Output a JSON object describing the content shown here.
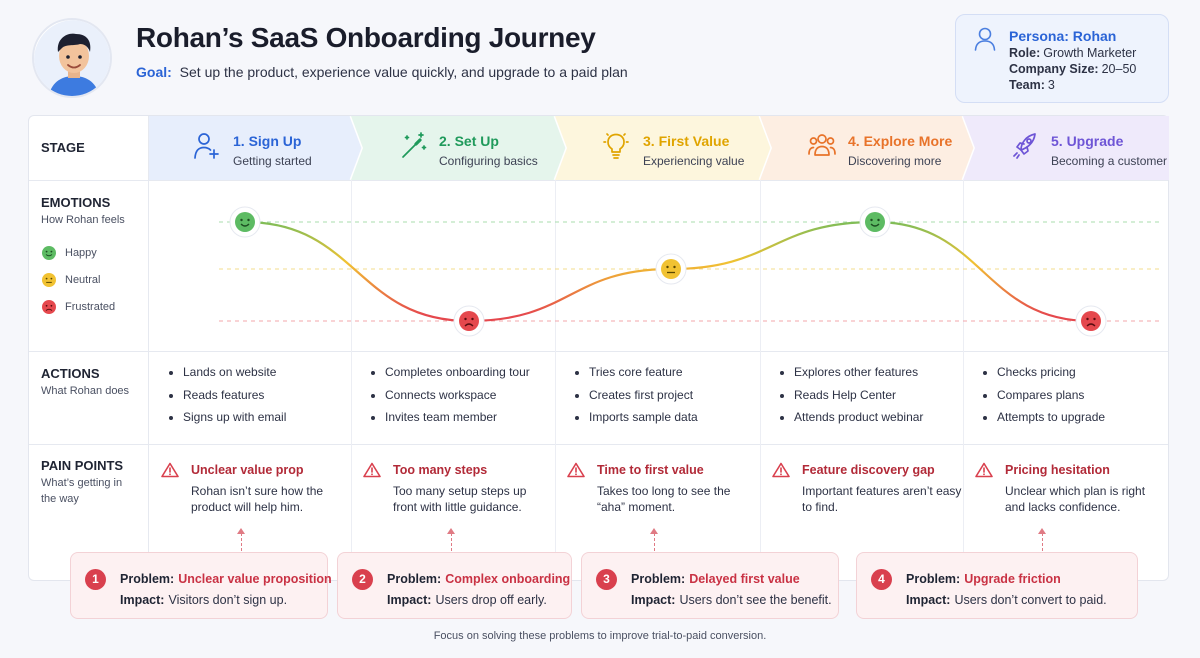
{
  "header": {
    "title": "Rohan’s SaaS Onboarding Journey",
    "goal_label": "Goal:",
    "goal_text": "Set up the product, experience value quickly, and upgrade to a paid plan"
  },
  "persona": {
    "title": "Persona: Rohan",
    "role_label": "Role:",
    "role": "Growth Marketer",
    "company_label": "Company Size:",
    "company": "20–50",
    "team_label": "Team:",
    "team": "3",
    "icon": "user-icon"
  },
  "rows": {
    "stage": {
      "label": "STAGE"
    },
    "emotions": {
      "label": "EMOTIONS",
      "sub": "How Rohan feels"
    },
    "actions": {
      "label": "ACTIONS",
      "sub": "What Rohan does"
    },
    "pain_points": {
      "label": "PAIN POINTS",
      "sub": "What’s getting in the way"
    }
  },
  "legend": {
    "happy": "Happy",
    "neutral": "Neutral",
    "frustrated": "Frustrated"
  },
  "colors": {
    "happy": "#5dbb63",
    "neutral": "#f1c232",
    "frustrated": "#e5484d",
    "accent": "#2b64d6",
    "danger": "#d9404e"
  },
  "stages": [
    {
      "name": "1. Sign Up",
      "sub": "Getting started",
      "color": "#2b64d6",
      "fill": "#e7eefc",
      "icon": "user-plus-icon",
      "emotion": "happy",
      "actions": [
        "Lands on website",
        "Reads features",
        "Signs up with email"
      ],
      "pain": {
        "title": "Unclear value prop",
        "desc": "Rohan isn’t sure how the product will help him."
      }
    },
    {
      "name": "2. Set Up",
      "sub": "Configuring basics",
      "color": "#1f9a5b",
      "fill": "#e5f5ec",
      "icon": "magic-wand-icon",
      "emotion": "frustrated",
      "actions": [
        "Completes onboarding tour",
        "Connects workspace",
        "Invites team member"
      ],
      "pain": {
        "title": "Too many steps",
        "desc": "Too many setup steps up front with little guidance."
      }
    },
    {
      "name": "3. First Value",
      "sub": "Experiencing value",
      "color": "#e0a400",
      "fill": "#fdf6dd",
      "icon": "lightbulb-icon",
      "emotion": "neutral",
      "actions": [
        "Tries core feature",
        "Creates first project",
        "Imports sample data"
      ],
      "pain": {
        "title": "Time to first value",
        "desc": "Takes too long to see the “aha” moment."
      }
    },
    {
      "name": "4. Explore More",
      "sub": "Discovering more",
      "color": "#e8732a",
      "fill": "#fdeee2",
      "icon": "users-icon",
      "emotion": "happy",
      "actions": [
        "Explores other features",
        "Reads Help Center",
        "Attends product webinar"
      ],
      "pain": {
        "title": "Feature discovery gap",
        "desc": "Important features aren’t easy to find."
      }
    },
    {
      "name": "5. Upgrade",
      "sub": "Becoming a customer",
      "color": "#6e55d6",
      "fill": "#efeafb",
      "icon": "rocket-icon",
      "emotion": "frustrated",
      "actions": [
        "Checks pricing",
        "Compares plans",
        "Attempts to upgrade"
      ],
      "pain": {
        "title": "Pricing hesitation",
        "desc": "Unclear which plan is right and lacks confidence."
      }
    }
  ],
  "problems": [
    {
      "num": "1",
      "problem_label": "Problem:",
      "problem": "Unclear value proposition",
      "impact_label": "Impact:",
      "impact": "Visitors don’t sign up."
    },
    {
      "num": "2",
      "problem_label": "Problem:",
      "problem": "Complex onboarding",
      "impact_label": "Impact:",
      "impact": "Users drop off early."
    },
    {
      "num": "3",
      "problem_label": "Problem:",
      "problem": "Delayed first value",
      "impact_label": "Impact:",
      "impact": "Users don’t see the benefit."
    },
    {
      "num": "4",
      "problem_label": "Problem:",
      "problem": "Upgrade friction",
      "impact_label": "Impact:",
      "impact": "Users don’t convert to paid."
    }
  ],
  "footer": "Focus on solving these problems to improve trial-to-paid conversion."
}
